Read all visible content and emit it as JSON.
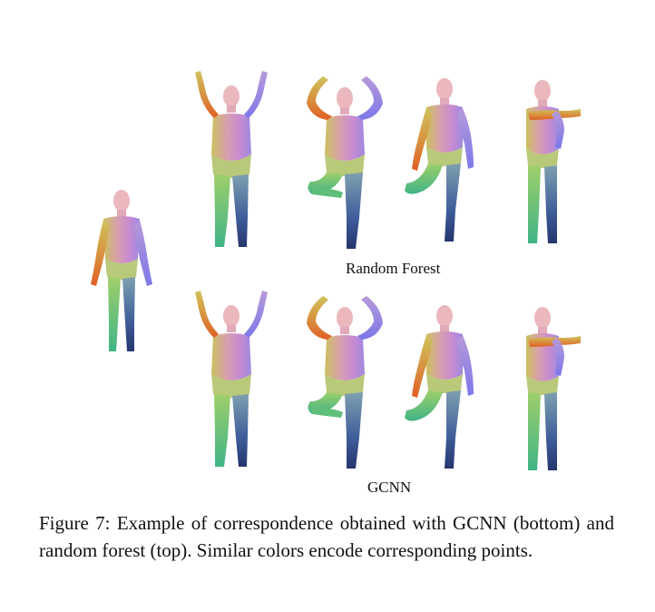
{
  "figure": {
    "row_labels": {
      "top": "Random Forest",
      "bottom": "GCNN"
    },
    "caption": "Figure 7: Example of correspondence obtained with GCNN (bottom) and random forest (top).  Similar colors encode corresponding points.",
    "colors": {
      "background": "#ffffff",
      "skin_head": "#e8b0b8",
      "torso_mauve": "#cc8fd0",
      "left_side_yellow": "#d8cc6c",
      "right_arm_blue": "#8f86e6",
      "left_arm_orange": "#e06a2c",
      "left_leg_green": "#64c27a",
      "right_leg_navy": "#2b3d7a"
    },
    "figure_poses": [
      "reference-standing",
      "arms-raised",
      "tree-pose",
      "walking-knee-up",
      "arm-across-chest"
    ]
  }
}
